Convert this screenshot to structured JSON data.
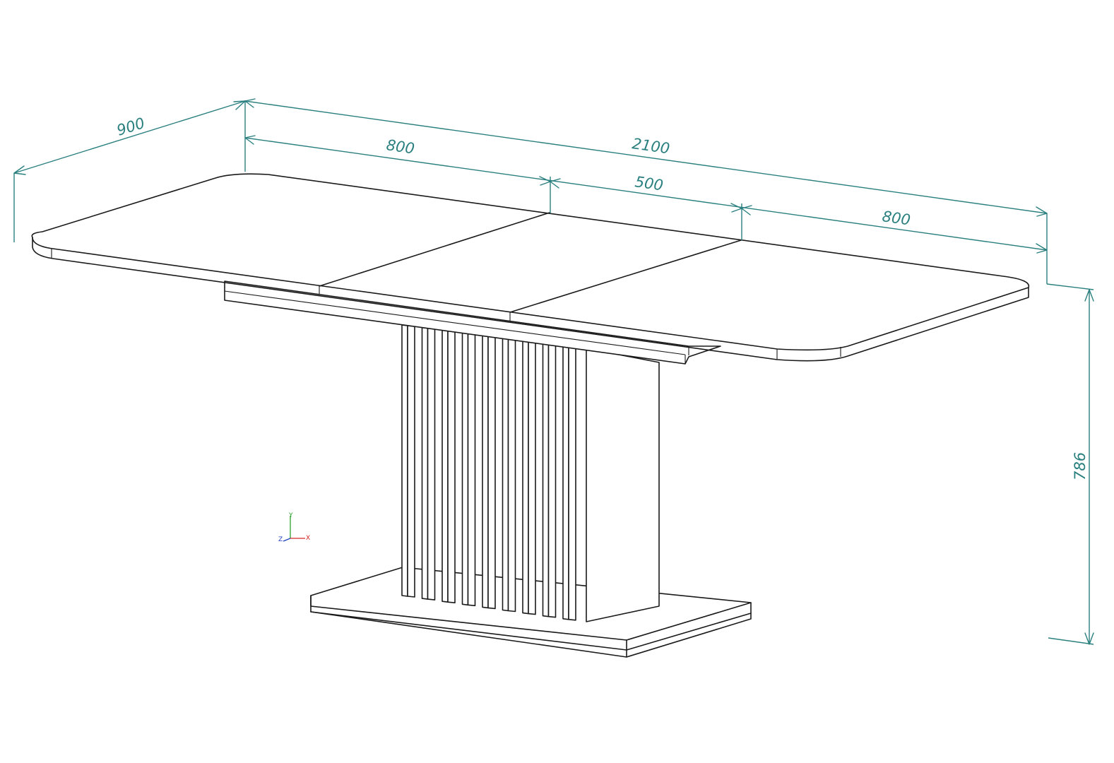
{
  "dimensions": {
    "depth": "900",
    "total_length": "2100",
    "leaf_left": "800",
    "leaf_middle": "500",
    "leaf_right": "800",
    "height": "786"
  },
  "axis_triad": {
    "x_label": "X",
    "y_label": "Y",
    "z_label": "Z"
  },
  "colors": {
    "dimension_lines": "#2a7f7f",
    "outline": "#1a1a1a",
    "axis_x": "#d62728",
    "axis_y": "#2ca02c",
    "axis_z": "#1f3fbf"
  }
}
